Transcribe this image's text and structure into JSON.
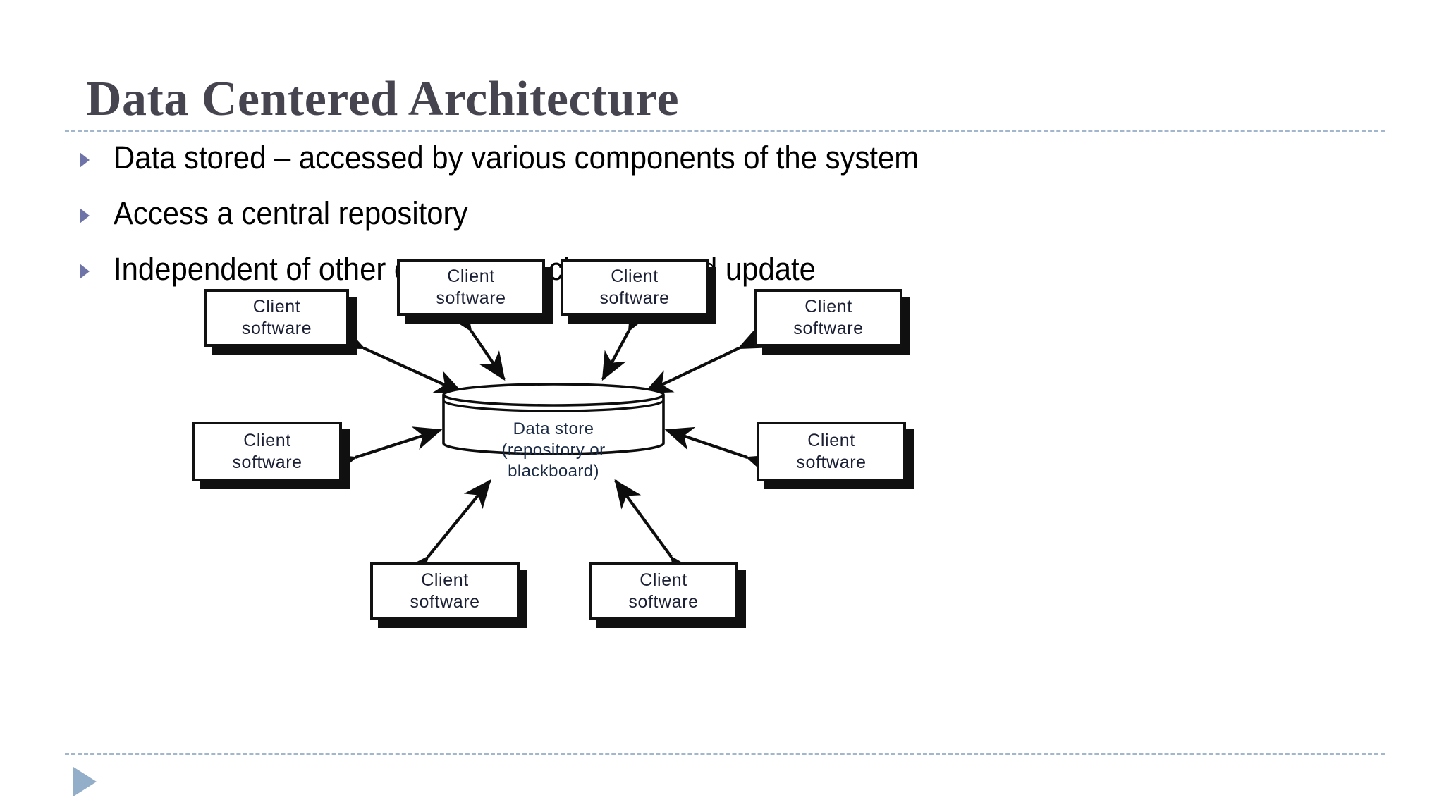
{
  "slide": {
    "title": "Data Centered Architecture",
    "bullets": [
      "Data stored – accessed by various components of the system",
      "Access a central repository",
      "Independent of other component changes and update"
    ]
  },
  "diagram": {
    "title": "Data centered architecture",
    "datastore": {
      "line1": "Data store",
      "line2": "(repository or",
      "line3": "blackboard)"
    },
    "node_label_line1": "Client",
    "node_label_line2": "software",
    "nodes": [
      {
        "id": "client-top-left-outer",
        "position": "top-left-outer",
        "line1": "Client",
        "line2": "software"
      },
      {
        "id": "client-top-center-left",
        "position": "top-center-left",
        "line1": "Client",
        "line2": "software"
      },
      {
        "id": "client-top-center-right",
        "position": "top-center-right",
        "line1": "Client",
        "line2": "software"
      },
      {
        "id": "client-top-right-outer",
        "position": "top-right-outer",
        "line1": "Client",
        "line2": "software"
      },
      {
        "id": "client-middle-left",
        "position": "middle-left",
        "line1": "Client",
        "line2": "software"
      },
      {
        "id": "client-middle-right",
        "position": "middle-right",
        "line1": "Client",
        "line2": "software"
      },
      {
        "id": "client-bottom-left",
        "position": "bottom-left",
        "line1": "Client",
        "line2": "software"
      },
      {
        "id": "client-bottom-right",
        "position": "bottom-right",
        "line1": "Client",
        "line2": "software"
      }
    ],
    "connections": "bidirectional"
  },
  "colors": {
    "title": "#46444f",
    "bullet_marker": "#6f74a8",
    "dashed_rule": "#a2b7cd",
    "play_triangle": "#93aec9",
    "diagram_stroke": "#111111",
    "background": "#ffffff"
  },
  "footer": {
    "play_icon": "play-triangle-icon"
  }
}
